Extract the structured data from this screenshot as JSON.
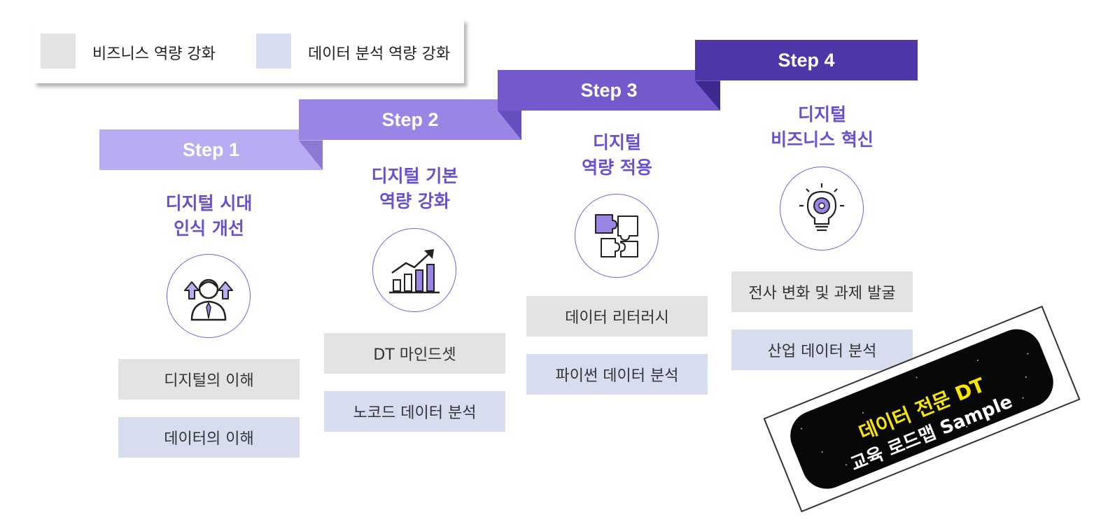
{
  "legend": {
    "business_label": "비즈니스 역량 강화",
    "data_label": "데이터 분석 역량 강화",
    "business_color": "#e3e3e3",
    "data_color": "#d8dcef"
  },
  "steps": [
    {
      "label": "Step 1",
      "color": "#b9acf2",
      "heading_line1": "디지털 시대",
      "heading_line2": "인식 개선",
      "icon": "growth-person-icon",
      "items": [
        "디지털의 이해",
        "데이터의 이해"
      ]
    },
    {
      "label": "Step 2",
      "color": "#9a84e4",
      "heading_line1": "디지털 기본",
      "heading_line2": "역량 강화",
      "icon": "growth-chart-icon",
      "items": [
        "DT 마인드셋",
        "노코드 데이터 분석"
      ]
    },
    {
      "label": "Step 3",
      "color": "#7459cc",
      "heading_line1": "디지털",
      "heading_line2": "역량 적용",
      "icon": "puzzle-icon",
      "items": [
        "데이터 리터러시",
        "파이썬 데이터 분석"
      ]
    },
    {
      "label": "Step 4",
      "color": "#4e35a8",
      "heading_line1": "디지털",
      "heading_line2": "비즈니스 혁신",
      "icon": "idea-bulb-gear-icon",
      "items": [
        "전사 변화 및 과제 발굴",
        "산업 데이터 분석"
      ]
    }
  ],
  "stamp": {
    "line1": "데이터 전문 DT",
    "line2": "교육 로드맵 Sample"
  },
  "accent_color": "#6a4fd0"
}
